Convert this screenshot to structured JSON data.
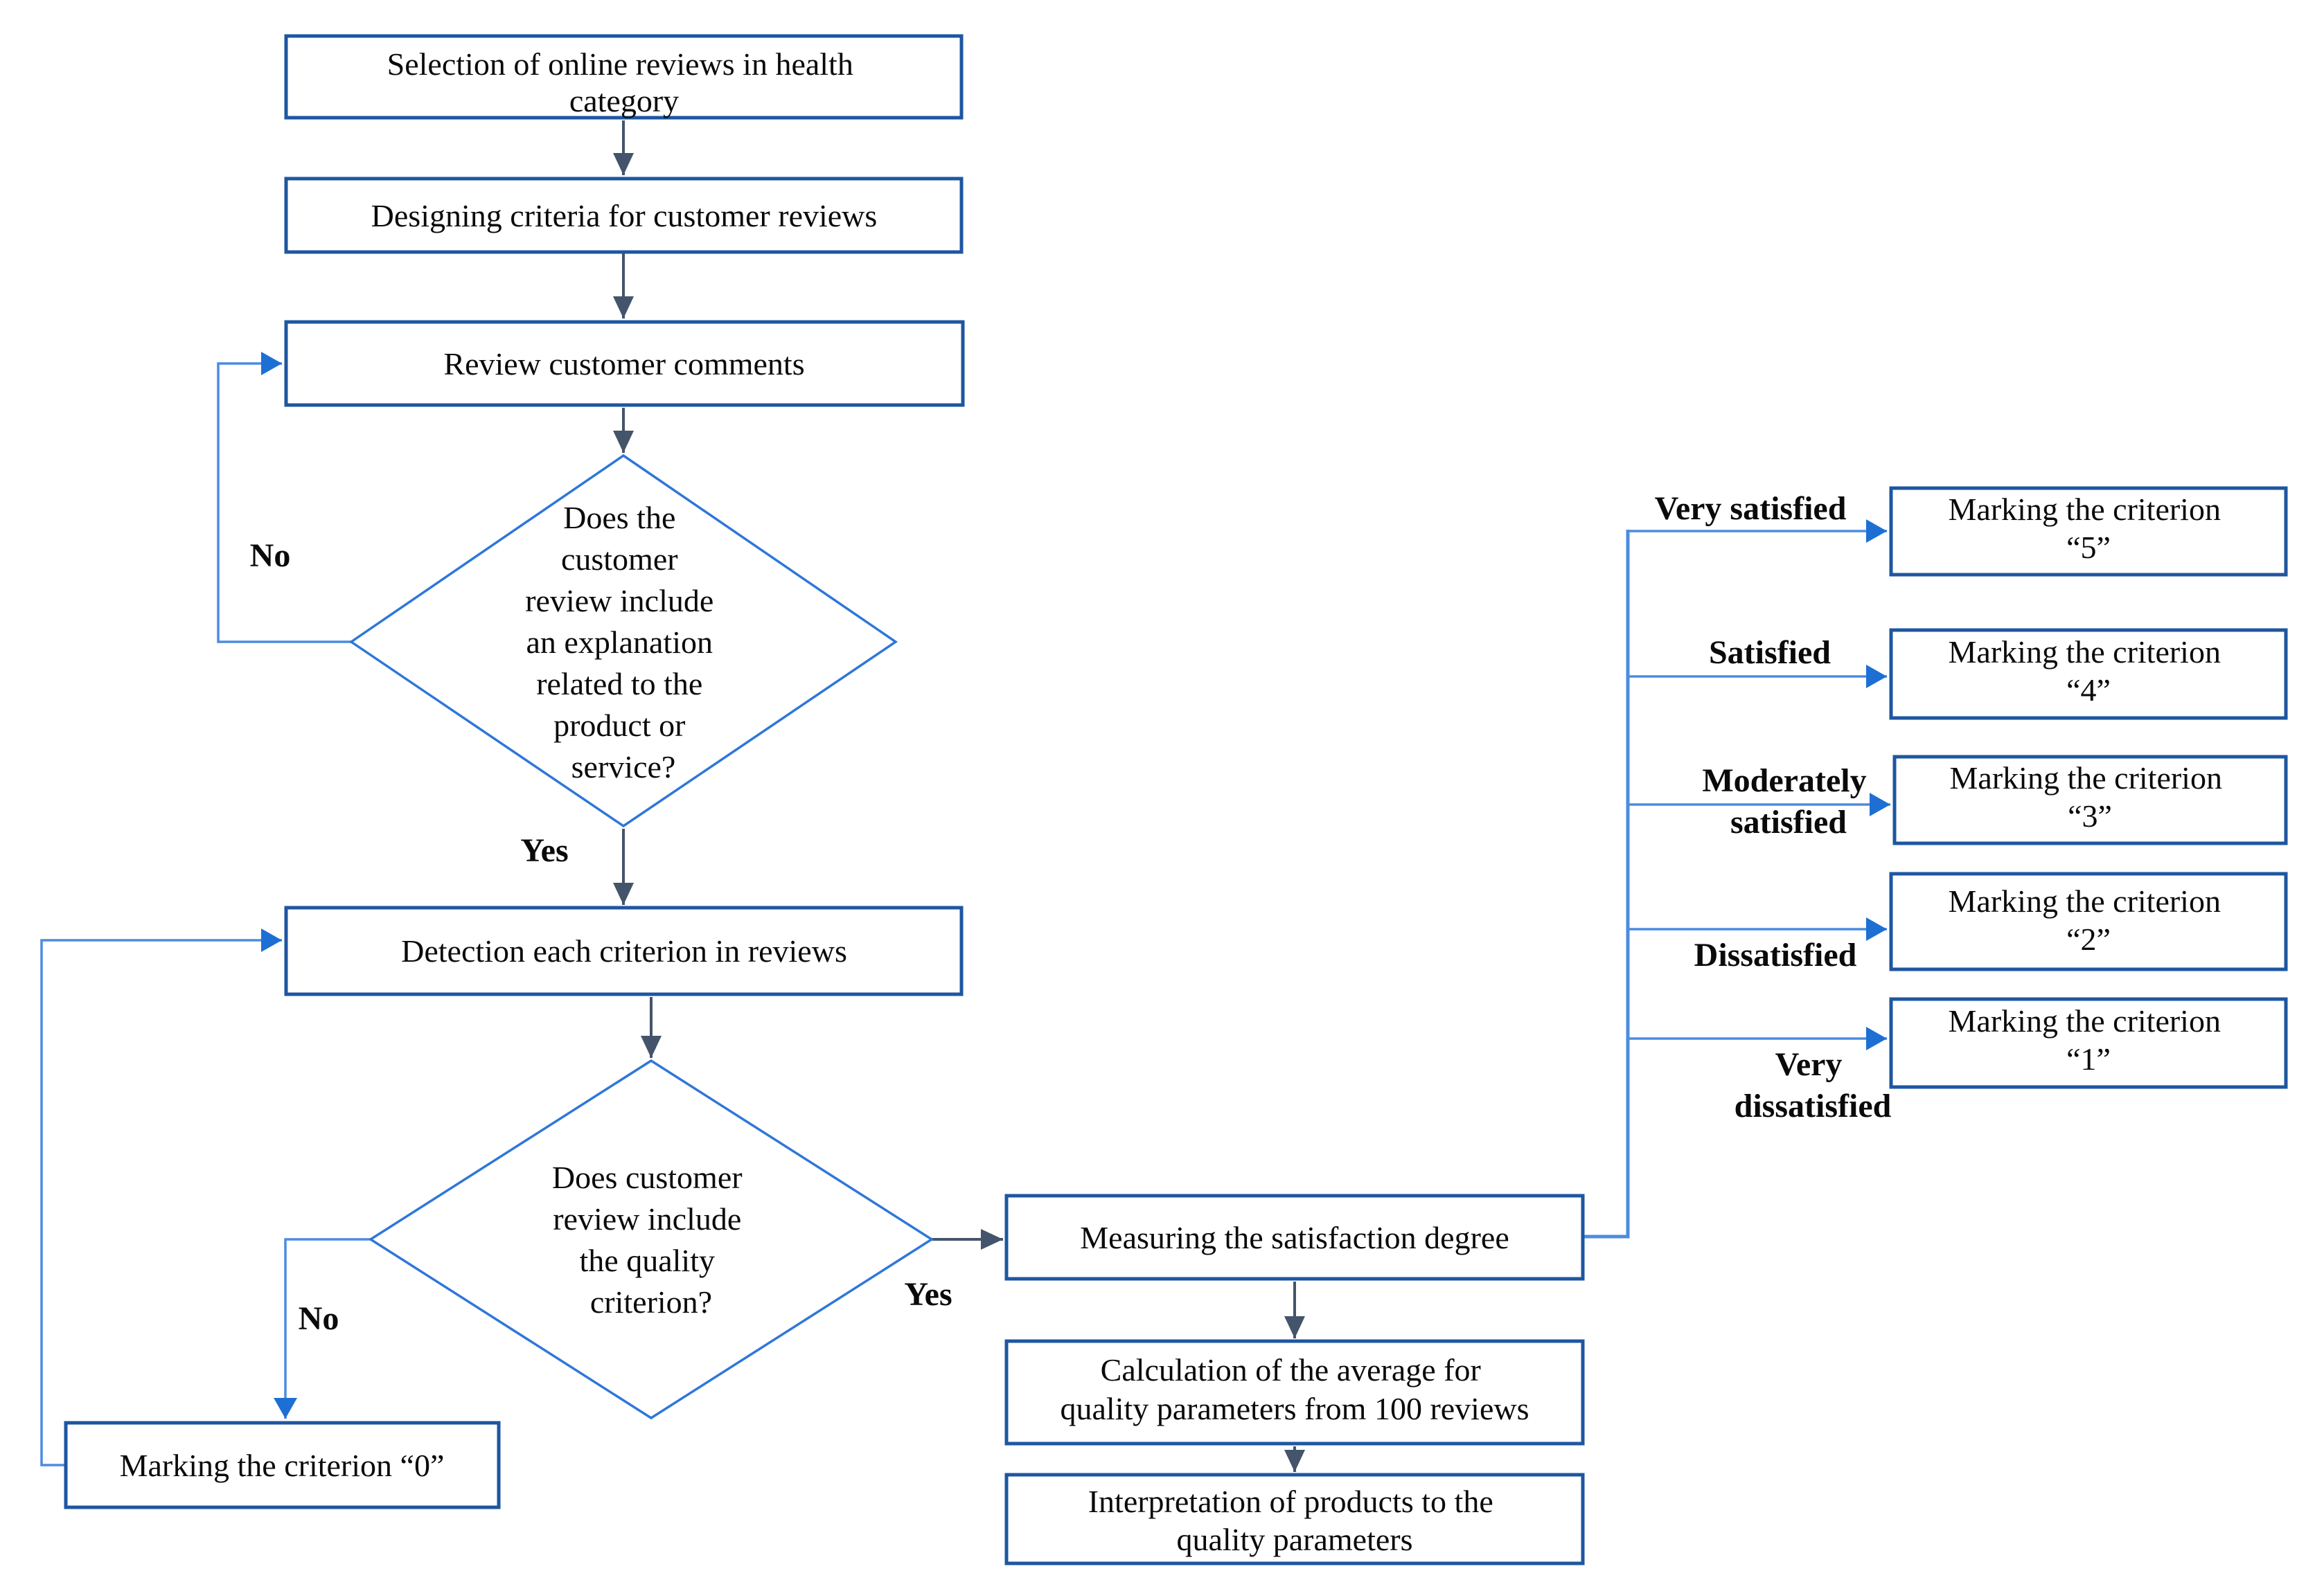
{
  "colors": {
    "box_border": "#1E56A0",
    "diamond_border": "#2E77D8",
    "connector_blue": "#4C8CE0",
    "arrowhead_blue": "#1E6FD4",
    "connector_dark": "#44546A",
    "text": "#0A0A0A",
    "background": "#FFFFFF"
  },
  "nodes": {
    "selection": {
      "lines": [
        "Selection of online reviews in health",
        "category"
      ]
    },
    "designing": {
      "lines": [
        "Designing criteria for customer reviews"
      ]
    },
    "review_comments": {
      "lines": [
        "Review customer comments"
      ]
    },
    "decision_explanation": {
      "lines": [
        "Does the",
        "customer",
        "review include",
        "an explanation",
        "related to the",
        "product or",
        "service?"
      ]
    },
    "detection": {
      "lines": [
        "Detection each criterion in reviews"
      ]
    },
    "decision_quality": {
      "lines": [
        "Does customer",
        "review include",
        "the quality",
        "criterion?"
      ]
    },
    "marking_0": {
      "lines": [
        "Marking the criterion “0”"
      ]
    },
    "measuring": {
      "lines": [
        "Measuring the satisfaction  degree"
      ]
    },
    "calculation": {
      "lines": [
        "Calculation of the average for",
        "quality parameters from 100 reviews"
      ]
    },
    "interpretation": {
      "lines": [
        "Interpretation of products to the",
        "quality parameters"
      ]
    },
    "marking_5": {
      "lines": [
        "Marking the criterion",
        "“5”"
      ]
    },
    "marking_4": {
      "lines": [
        "Marking the criterion",
        "“4”"
      ]
    },
    "marking_3": {
      "lines": [
        "Marking the criterion",
        "“3”"
      ]
    },
    "marking_2": {
      "lines": [
        "Marking the criterion",
        "“2”"
      ]
    },
    "marking_1": {
      "lines": [
        "Marking the criterion",
        "“1”"
      ]
    }
  },
  "edge_labels": {
    "no_explanation": "No",
    "yes_explanation": "Yes",
    "no_quality": "No",
    "yes_quality": "Yes",
    "very_satisfied": "Very satisfied",
    "satisfied": "Satisfied",
    "moderately_satisfied": [
      "Moderately",
      "satisfied"
    ],
    "dissatisfied": "Dissatisfied",
    "very_dissatisfied": [
      "Very",
      "dissatisfied"
    ]
  }
}
